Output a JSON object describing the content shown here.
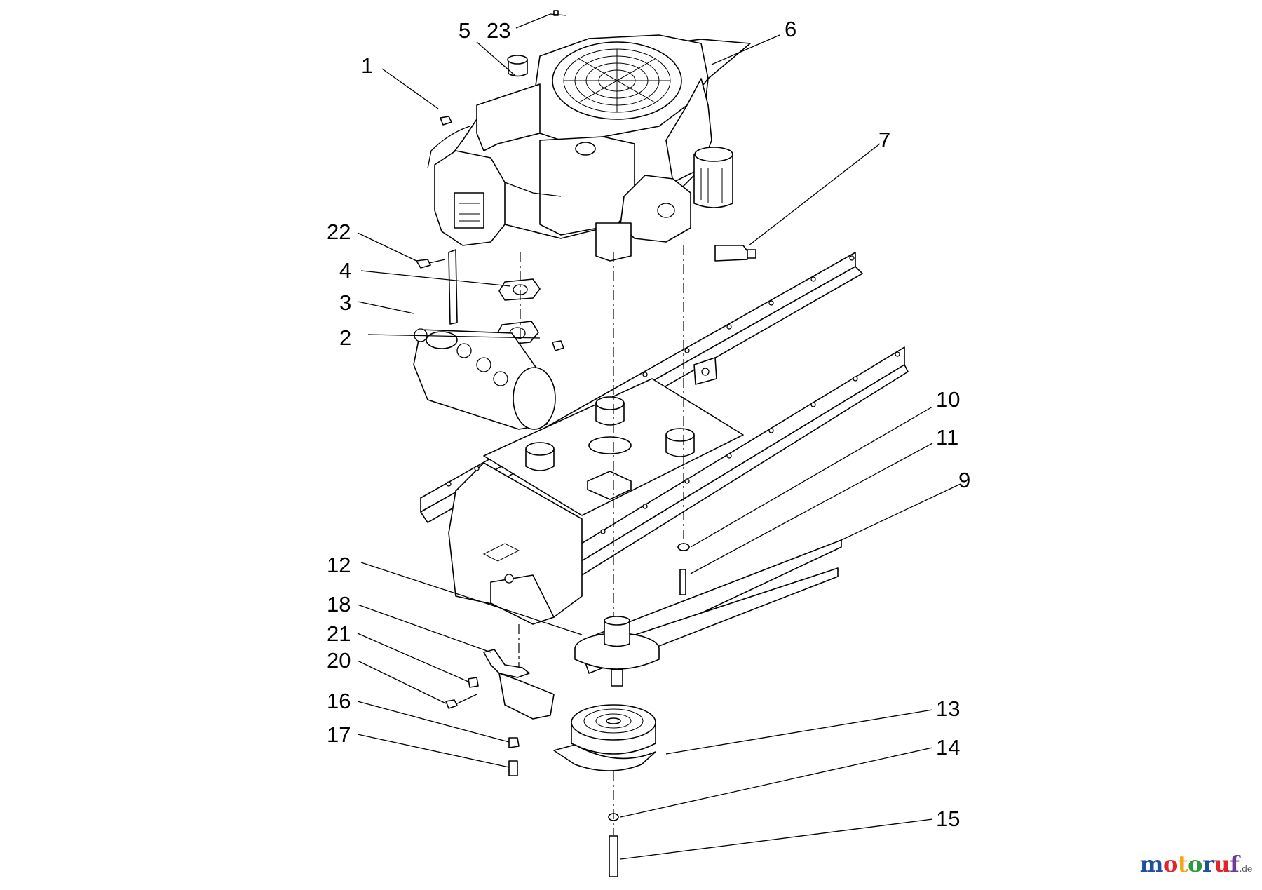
{
  "callouts": [
    "1",
    "2",
    "3",
    "4",
    "5",
    "6",
    "7",
    "9",
    "10",
    "11",
    "12",
    "13",
    "14",
    "15",
    "16",
    "17",
    "18",
    "20",
    "21",
    "22",
    "23"
  ],
  "watermark": {
    "letters": [
      "m",
      "o",
      "t",
      "o",
      "r",
      "u",
      "f"
    ],
    "colors": [
      "#1f4fa0",
      "#e0262b",
      "#f0a81c",
      "#2b9a3e",
      "#1f4fa0",
      "#e0262b",
      "#6a3b9c"
    ],
    "suffix": ".de"
  }
}
